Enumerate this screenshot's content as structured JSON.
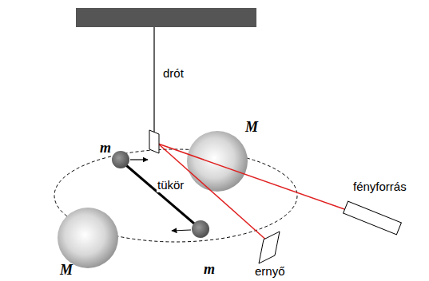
{
  "diagram": {
    "labels": [
      "drót",
      "m",
      "M",
      "tükör",
      "fényforrás",
      "m",
      "M",
      "ernyő"
    ]
  }
}
